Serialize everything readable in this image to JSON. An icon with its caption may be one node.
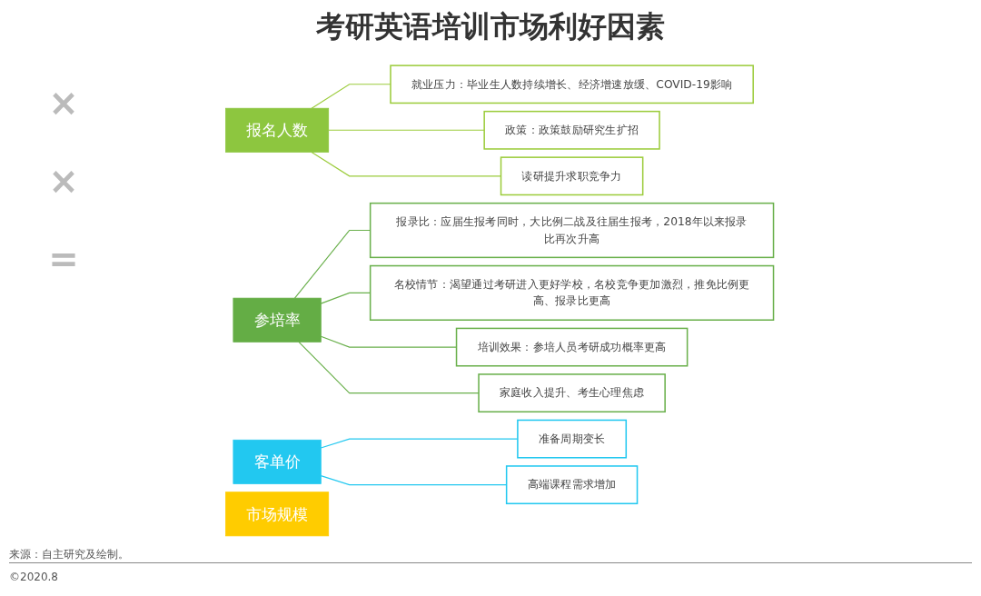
{
  "diagram": {
    "title": "考研英语培训市场利好因素",
    "nodes": [
      {
        "text": [
          "报名人数"
        ]
      },
      {
        "text": [
          "就业压力：毕业生人数持续增长、经济增速放缓、COVID-19影响"
        ]
      },
      {
        "text": [
          "政策：政策鼓励研究生扩招"
        ]
      },
      {
        "text": [
          "读研提升求职竞争力"
        ]
      },
      {
        "text": [
          "参培率"
        ]
      },
      {
        "text": [
          "报录比：应届生报考同时，大比例二战及往届生报考，2018年以来报录比再次升高"
        ]
      },
      {
        "text": [
          "名校情节：渴望通过考研进入更好学校，名校竞争更加激烈，推免比例更高、报录比更高"
        ]
      },
      {
        "text": [
          "培训效果：参培人员考研成功概率更高"
        ]
      },
      {
        "text": [
          "家庭收入提升、考生心理焦虑"
        ]
      },
      {
        "text": [
          "客单价"
        ]
      },
      {
        "text": [
          "准备周期变长"
        ]
      },
      {
        "text": [
          "高端课程需求增加"
        ]
      },
      {
        "text": [
          "市场规模"
        ]
      }
    ],
    "edges": [
      {
        "from": 0,
        "to": 1,
        "arrow": "none",
        "color": "#9ccc3c"
      },
      {
        "from": 0,
        "to": 2,
        "arrow": "none",
        "color": "#9ccc3c"
      },
      {
        "from": 0,
        "to": 3,
        "arrow": "none",
        "color": "#9ccc3c"
      },
      {
        "from": 4,
        "to": 5,
        "arrow": "none",
        "color": "#6ab04c"
      },
      {
        "from": 4,
        "to": 6,
        "arrow": "none",
        "color": "#6ab04c"
      },
      {
        "from": 4,
        "to": 7,
        "arrow": "none",
        "color": "#6ab04c"
      },
      {
        "from": 4,
        "to": 8,
        "arrow": "none",
        "color": "#6ab04c"
      },
      {
        "from": 9,
        "to": 10,
        "arrow": "none",
        "color": "#22c8f0"
      },
      {
        "from": 9,
        "to": 11,
        "arrow": "none",
        "color": "#22c8f0"
      }
    ],
    "labels": [
      "×",
      "×",
      "=",
      "来源：自主研究及绘制。",
      "©2020.8"
    ]
  }
}
